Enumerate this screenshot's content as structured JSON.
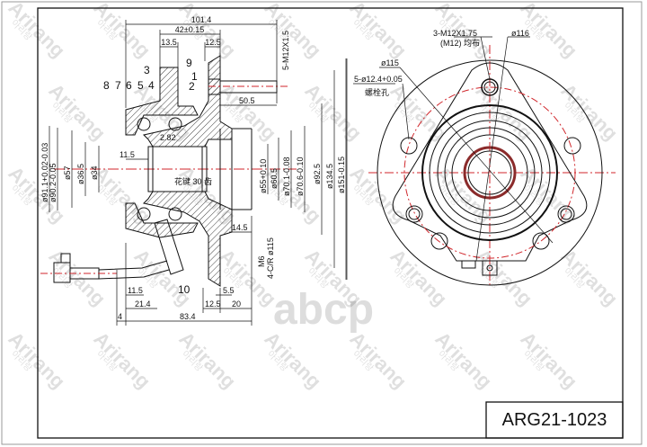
{
  "drawing": {
    "part_number": "ARG21-1023",
    "watermark_brand": "Arirang",
    "watermark_korean": "아리랑",
    "watermark_site": "abcp",
    "colors": {
      "line": "#111111",
      "centerline": "#d0262b",
      "watermark": "#cccccc"
    },
    "part_callouts": [
      "1",
      "2",
      "3",
      "4",
      "5",
      "6",
      "7",
      "8",
      "9",
      "10"
    ],
    "top_dims": {
      "overall": "101.4",
      "flange_span": "42±0.15",
      "left_step": "13.5",
      "right_step": "12.5",
      "stud": "5-M12X1.5",
      "stud_len": "50.5",
      "chamfer": "2.82"
    },
    "left_diameters": [
      "ø91.1+0.02-0.03",
      "ø90.2-0.05",
      "ø57",
      "ø36.5",
      "ø34"
    ],
    "inner_width": "11.5",
    "right_diameters": [
      "ø55+0.10",
      "ø60.5",
      "ø70.1-0.08",
      "ø70.6-0.10",
      "ø92.5",
      "ø134.5",
      "ø151-0.15"
    ],
    "bottom_dims": {
      "a": "11.5",
      "b": "21.4",
      "c": "4",
      "d": "83.4",
      "e": "12.5",
      "f": "20",
      "g": "5.5",
      "h": "14.5"
    },
    "thread_note": "M6",
    "thread_note2": "4-C/R ø115",
    "spline_note": "花键 30 齿",
    "face_view": {
      "threaded_holes": "3-M12X1.75",
      "threaded_sub": "(M12) 均布",
      "pcd_116": "ø116",
      "pcd_115": "ø115",
      "bolt_holes": "5-ø12.4+0.05",
      "bolt_sub": "螺栓孔"
    }
  }
}
